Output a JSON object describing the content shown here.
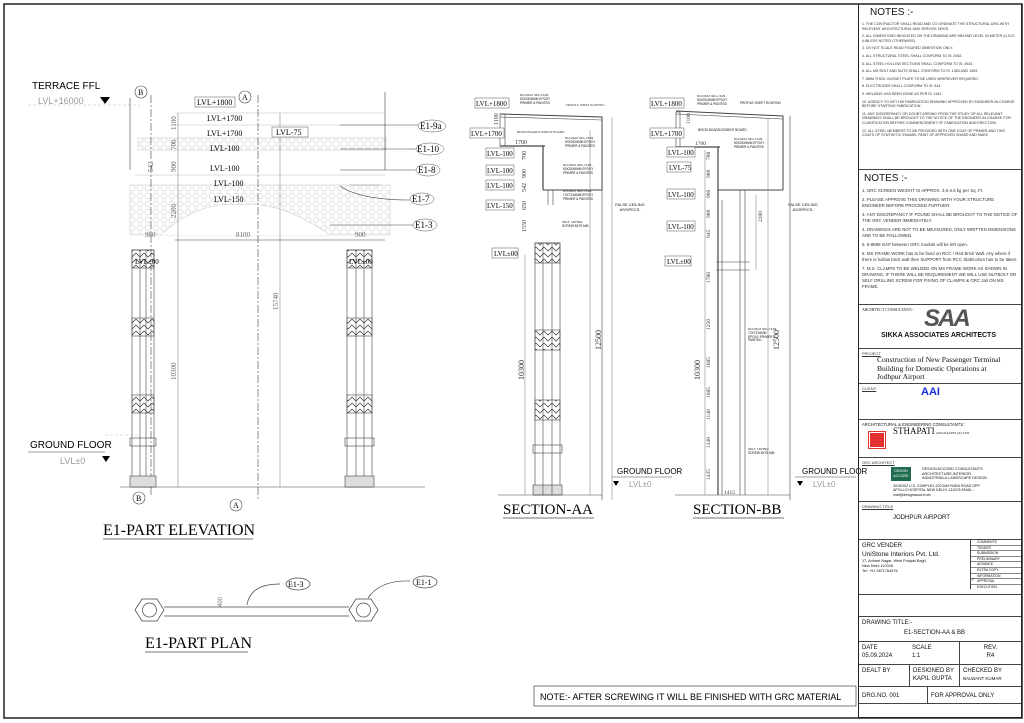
{
  "elevation": {
    "terrace_label": "TERRACE FFL",
    "terrace_level": "LVL+16000",
    "ground_label": "GROUND FLOOR",
    "ground_level": "LVL±0",
    "grid_a": "A",
    "grid_b": "B",
    "levels": [
      "LVL+1800",
      "LVL+1700",
      "LVL+1700",
      "LVL-100",
      "LVL-100",
      "LVL-100",
      "LVL-150",
      "LVL-75"
    ],
    "col_levels": [
      "LVL±00",
      "LVL±00"
    ],
    "tags": [
      "E1-9a",
      "E1-10",
      "E1-8",
      "E1-7",
      "E1-3"
    ],
    "dims": [
      "1100",
      "700",
      "900",
      "542",
      "2200",
      "980",
      "8100",
      "900",
      "15740",
      "10300"
    ],
    "title": "E1-PART ELEVATION"
  },
  "plan": {
    "tags": [
      "E1-3",
      "E1-1"
    ],
    "dim": "400",
    "title": "E1-PART PLAN"
  },
  "section_aa": {
    "levels": [
      "LVL+1800",
      "LVL+1700",
      "LVL-100",
      "LVL-100",
      "LVL-100",
      "LVL-150",
      "LVL±00"
    ],
    "dims": [
      "1100",
      "1700",
      "700",
      "900",
      "542",
      "650",
      "1550",
      "12500",
      "10300"
    ],
    "callouts": [
      "M.S BOX SECTION 50X25X6MM EPOXY PRIMER & PAINTED",
      "PROFILE SHEET ROOFING",
      "BISON BOARD/CEMENT BOARD",
      "M.S BOX SECTION 50X25X6MM EPOXY PRIMER & PAINTED",
      "M.S BOX SECTION 50X25X6MM EPOXY PRIMER & PAINTED",
      "M.S BOX SECTION 72X72X6MM EPOXY PRIMER & PAINTED",
      "SELF TAPING SCREW 8X75 MM",
      "FALSE CEILING AS/SPECS."
    ],
    "ground_label": "GROUND FLOOR",
    "ground_level": "LVL±0",
    "title": "SECTION-AA"
  },
  "section_bb": {
    "levels": [
      "LVL+1800",
      "LVL+1700",
      "LVL-100",
      "LVL-75",
      "LVL-100",
      "LVL-100",
      "LVL±00"
    ],
    "dims": [
      "1100",
      "1700",
      "700",
      "900",
      "900",
      "900",
      "945",
      "2200",
      "1760",
      "1250",
      "1685",
      "1685",
      "1140",
      "1340",
      "1435",
      "1415",
      "12500",
      "10300"
    ],
    "callouts": [
      "M.S BOX SECTION 50X25X6MM EPOXY PRIMER & PAINTED",
      "PROFILE SHEET ROOFING",
      "BISON BOARD/CEMENT BOARD",
      "M.S BOX SECTION 50X25X6MM EPOXY PRIMER & PAINTED",
      "FALSE CEILING AS/SPECS.",
      "M.S BOX SECTION 72X72X6MM EPOXY PRIMER & PAINTED",
      "SELF TAPING SCREW 8X75 MM"
    ],
    "ground_label": "GROUND FLOOR",
    "ground_level": "LVL±0",
    "title": "SECTION-BB"
  },
  "bottom_note": "NOTE:- AFTER SCREWING IT WILL BE FINISHED WITH GRC MATERIAL",
  "notes1": {
    "heading": "NOTES :-",
    "items": [
      "1. THE CONTRACTOR SHALL READ AND CO ORDINATE THE STRUCTURAL DRG.WITH RELEVENT ARCHITECTURAL AND SERVICE DRGS.",
      "2. ALL DIMENTIONS INDICATED ON THE DRAWING ARE MM AND LEVEL IN METER (U.N.O. (UNLESS NOTED OTHERWISE).",
      "3. DO NOT SCALE READ FIGURED DIMENTION ONLY.",
      "4. ALL STRUCTURAL STEEL SHALL CONFORM TO IS: 2062.",
      "5. ALL STEEL HOLLOW SECTIONS SHALL CONFORM TO IS: 4923.",
      "6. ALL MS BOLT AND NUTS SHALL CONFORM TO IS: 1363 AND 1364.",
      "7. 8MM THICK GUSSET PLATE TO BE USED WHEREVER REQUIRED.",
      "8. ELECTRODES SHALL CONFORM TO IS: 814.",
      "9. WELDING HAS BEEN DONE AS PER IS: 1181.",
      "10. AGENCY TO GET HIS FABRICATION DRAWING APPROVED BY ENGINEER-IN-CHARGE BEFORE STARTING FABRICATION.",
      "11. ANY DISCREPANCY OR DOUBT ARISING FROM THE STUDY OF ALL RELEVANT DRAWINGS SHALL BE BROUGHT TO THE NOTICE OF THE ENGINEER-IN-CHARGE FOR CLARIFICATION BEFORE COMMENCEMENT OF FABRICATION AND ERECTION.",
      "12. ALL STEEL MEMBERS TO BE PROVIDED WITH ONE COAT OF PRIMER AND TWO COATS OF SYNTHETIC ENAMEL PAINT OF APPROVED SHADE AND MAKE."
    ]
  },
  "notes2": {
    "heading": "NOTES :-",
    "items": [
      "1. GRC SCREEN WEIGHT IS APPROX. 3.5-4.5 kg per Sq. Ft.",
      "2. PLEASE APPROVE THIS DRAWING WITH YOUR STRUCTURE ENGINEER BEFORE PROCEED FURTHER.",
      "3. ANY DISCREPANCY IF FOUND SHALL BE BROUGHT TO THE NOTICE OF THE GRC VENDER IMMEDIATELY.",
      "4. DRAWINGS ARE NOT TO BE MEASURED, ONLY WRITTEN DIMENSIONS ARE TO BE FOLLOWED.",
      "5. 5-8MM GAP between GRC module will be left open.",
      "6. MS FRAME WORK has to be fixed on RCC / Red Brick Wall. Any where if there is hollow brick wall then SUPPORT from RCC Slab/colum has to be taken.",
      "7. M.S. CLAMPS TO BE WELDED ON MS FRAME WORK AS SHOWN IN DRAWING, IF THERE WILL BE REQUIREMENT WE WILL USE NUTBOLT OR SELF DRILLING SCREW FOR FIXING OF CLAMPS & GRC Jali ON MS FRAME."
    ]
  },
  "architect": {
    "label": "ARCHITECT CONSULTANT:-",
    "logo": "SAA",
    "name": "SIKKA ASSOCIATES ARCHITECTS"
  },
  "project": {
    "label": "PROJECT",
    "name": "Construction of New Passenger Terminal Building for Domestic Operations at Jodhpur Airport"
  },
  "client": {
    "label": "CLIENT",
    "logo": "AAI"
  },
  "consultants": {
    "label": "ARCHITECTURAL & ENGINEERING CONSULTANTS :",
    "name": "STHAPATI",
    "suffix": "ASSOCIATES (P) LTD."
  },
  "grc_architect": {
    "label": "GRC ARCHITECT",
    "logo": "DESIGN ACCORD",
    "name": "DESIGN ACCORD CONSULTANTS ARCHITECTURE,INTERIOR, INDUSTRIAL& LANDSCAPE DESIGN",
    "address": "3016/302 U.S. COMPLEX,120 MATHURA ROAD OPP. APOLLO HOSPITAL NEW DELHI -110076 EMAIL : mail@designaccord.net"
  },
  "drawing_title_block": {
    "label": "DRAWING TITLE",
    "value": "JODHPUR AIRPORT"
  },
  "vender": {
    "label": "GRC VENDER",
    "name": "UniStone Interiors Pvt. Ltd.",
    "address": [
      "17, Arihant Nagar, West Punjabi Bagh,",
      "New Delhi-110026",
      "Tel: +91 9871764576"
    ],
    "stages": [
      "COMMENTS",
      "TENDER",
      "SUBMISSION",
      "PRELIMINARY",
      "ADVANCE",
      "EXTRA COPY",
      "INFORMATION",
      "APPROVAL",
      "EXECUTION"
    ],
    "checked_stage": "APPROVAL"
  },
  "title_block": {
    "drawing_title_label": "DRAWING TITLE:-",
    "drawing_title": "E1-SECTION-AA & BB",
    "date_label": "DATE",
    "date": "05.09.2024",
    "scale_label": "SCALE",
    "scale": "1:1",
    "rev_label": "REV.",
    "rev": "R4",
    "dealt_by_label": "DEALT BY",
    "designed_by_label": "DESIGNED BY",
    "designed_by": "KAPIL GUPTA",
    "checked_by_label": "CHECKED BY",
    "checked_by": "BALWANT KUMAR",
    "drg_no": "DRG.NO. 001",
    "status": "FOR APPROVAL ONLY"
  }
}
